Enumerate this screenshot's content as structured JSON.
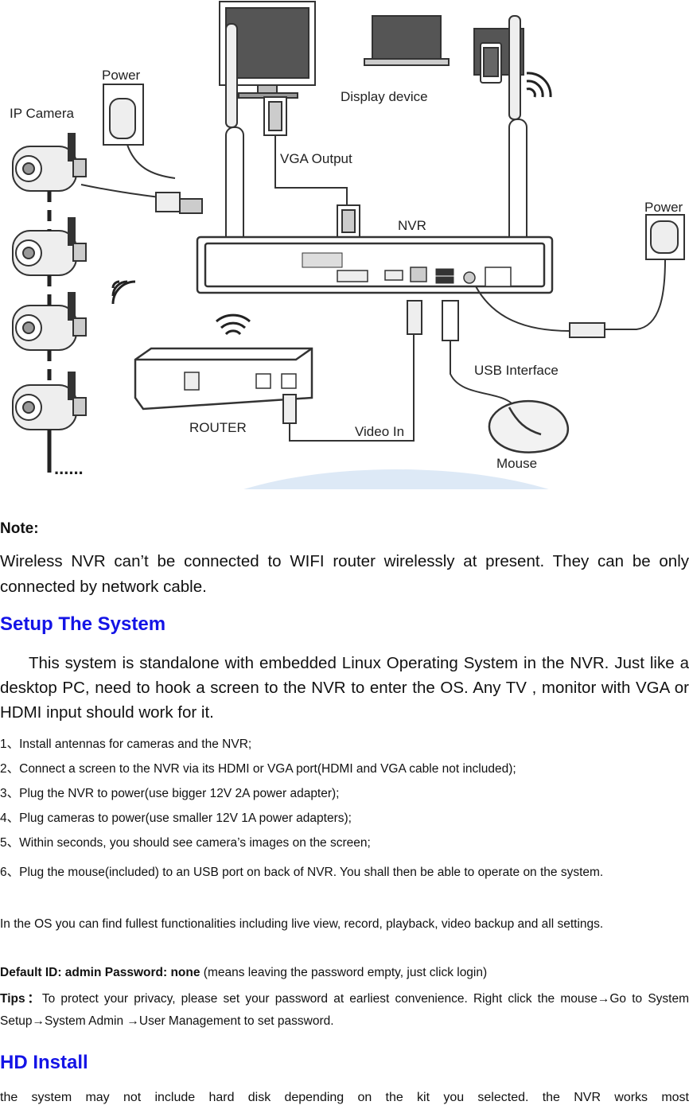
{
  "diagram": {
    "labels": {
      "ip_camera": "IP Camera",
      "power_left": "Power",
      "display_device": "Display device",
      "vga_output": "VGA Output",
      "nvr": "NVR",
      "power_right": "Power",
      "usb_interface": "USB Interface",
      "router": "ROUTER",
      "video_in": "Video In",
      "mouse": "Mouse",
      "dots": "......"
    }
  },
  "note": {
    "heading": "Note:",
    "body": "Wireless NVR can’t be connected to WIFI router wirelessly at present. They can be only connected by network cable."
  },
  "setup": {
    "heading": "Setup The System",
    "intro": "This system is standalone with embedded Linux Operating System in the NVR. Just like a desktop PC, need to hook a screen to the NVR to enter the OS. Any TV , monitor with VGA or HDMI input should work for it.",
    "steps": [
      "1、Install antennas for cameras and the NVR;",
      "2、Connect a screen to the NVR via its HDMI or VGA port(HDMI and VGA cable not included);",
      "3、Plug the NVR to power(use bigger 12V 2A power adapter);",
      "4、Plug cameras to power(use smaller 12V 1A power adapters);",
      "5、Within seconds, you should see camera’s images on the screen;"
    ],
    "step6": "6、Plug the mouse(included) to an USB port on back of NVR. You shall then be able to operate on the system.",
    "os_text": "In the OS you can find fullest functionalities including live view, record, playback, video backup and all settings.",
    "default_id_label": "Default ID: admin Password: none",
    "default_id_rest": " (means leaving the password empty, just click login)",
    "tips_label": "Tips：",
    "tips_text": "To protect your privacy, please set your password at earliest convenience. Right click the mouse→Go to System Setup→System Admin →User Management to set password."
  },
  "hd": {
    "heading": "HD Install",
    "text": "the system may not include hard disk depending on the kit you selected. the NVR works most"
  },
  "colors": {
    "heading_blue": "#1414e6",
    "text": "#111111",
    "line_art": "#333333"
  }
}
